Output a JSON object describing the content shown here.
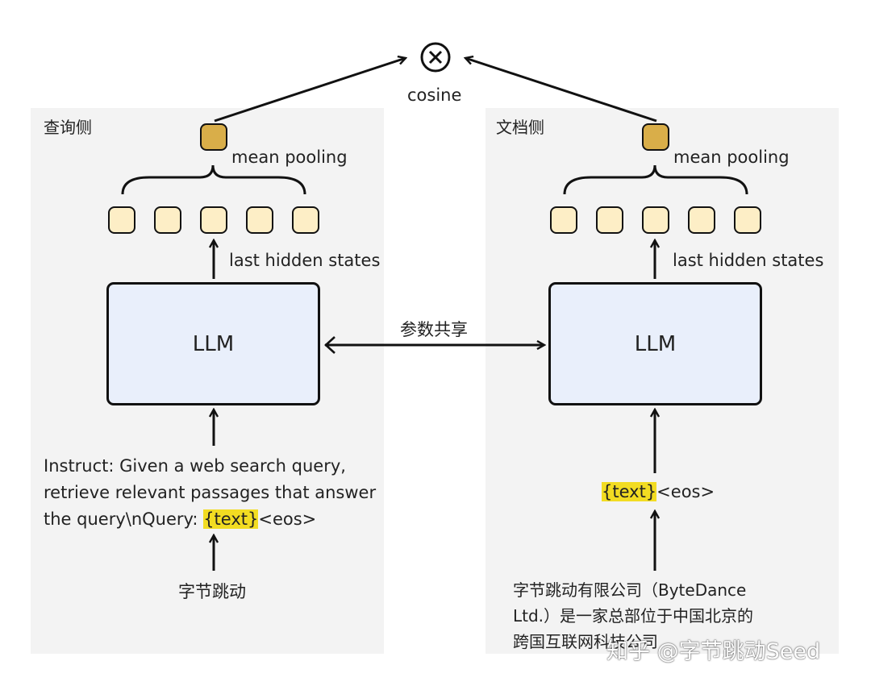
{
  "similarity": {
    "label": "cosine",
    "icon": "multiply-circle-icon"
  },
  "center_label": "参数共享",
  "left": {
    "title": "查询侧",
    "pooling_label": "mean pooling",
    "hidden_label": "last hidden states",
    "llm_label": "LLM",
    "prompt_line1": "Instruct: Given a web search query,",
    "prompt_line2": "retrieve relevant passages that answer",
    "prompt_line3_prefix": "the query\\nQuery: ",
    "prompt_text_token": "{text}",
    "prompt_eos": "<eos>",
    "input": "字节跳动"
  },
  "right": {
    "title": "文档侧",
    "pooling_label": "mean pooling",
    "hidden_label": "last hidden states",
    "llm_label": "LLM",
    "prompt_text_token": "{text}",
    "prompt_eos": "<eos>",
    "input_line1": "字节跳动有限公司（ByteDance",
    "input_line2": "Ltd.）是一家总部位于中国北京的",
    "input_line3": "跨国互联网科技公司"
  },
  "watermark": "知乎 @字节跳动Seed",
  "colors": {
    "panel": "#f3f3f3",
    "llm_fill": "#e9effb",
    "token_fill": "#fdeec6",
    "pooled_fill": "#d9ae49",
    "highlight": "#f2dc22"
  }
}
